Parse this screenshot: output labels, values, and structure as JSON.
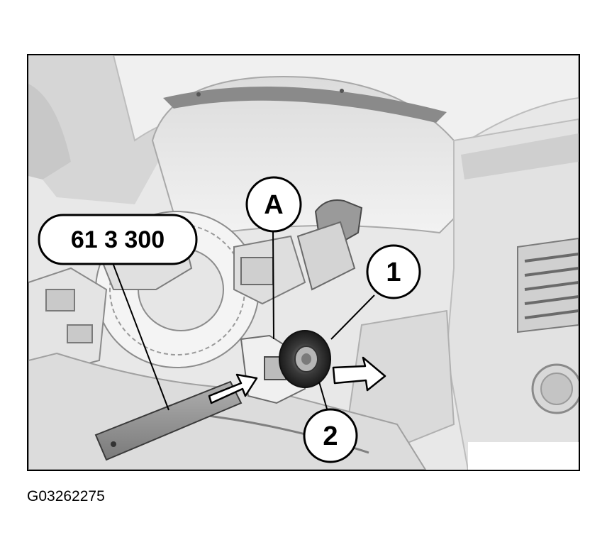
{
  "figure": {
    "callouts": {
      "tool": "61 3 300",
      "a": "A",
      "one": "1",
      "two": "2"
    },
    "code": "G03262275"
  }
}
